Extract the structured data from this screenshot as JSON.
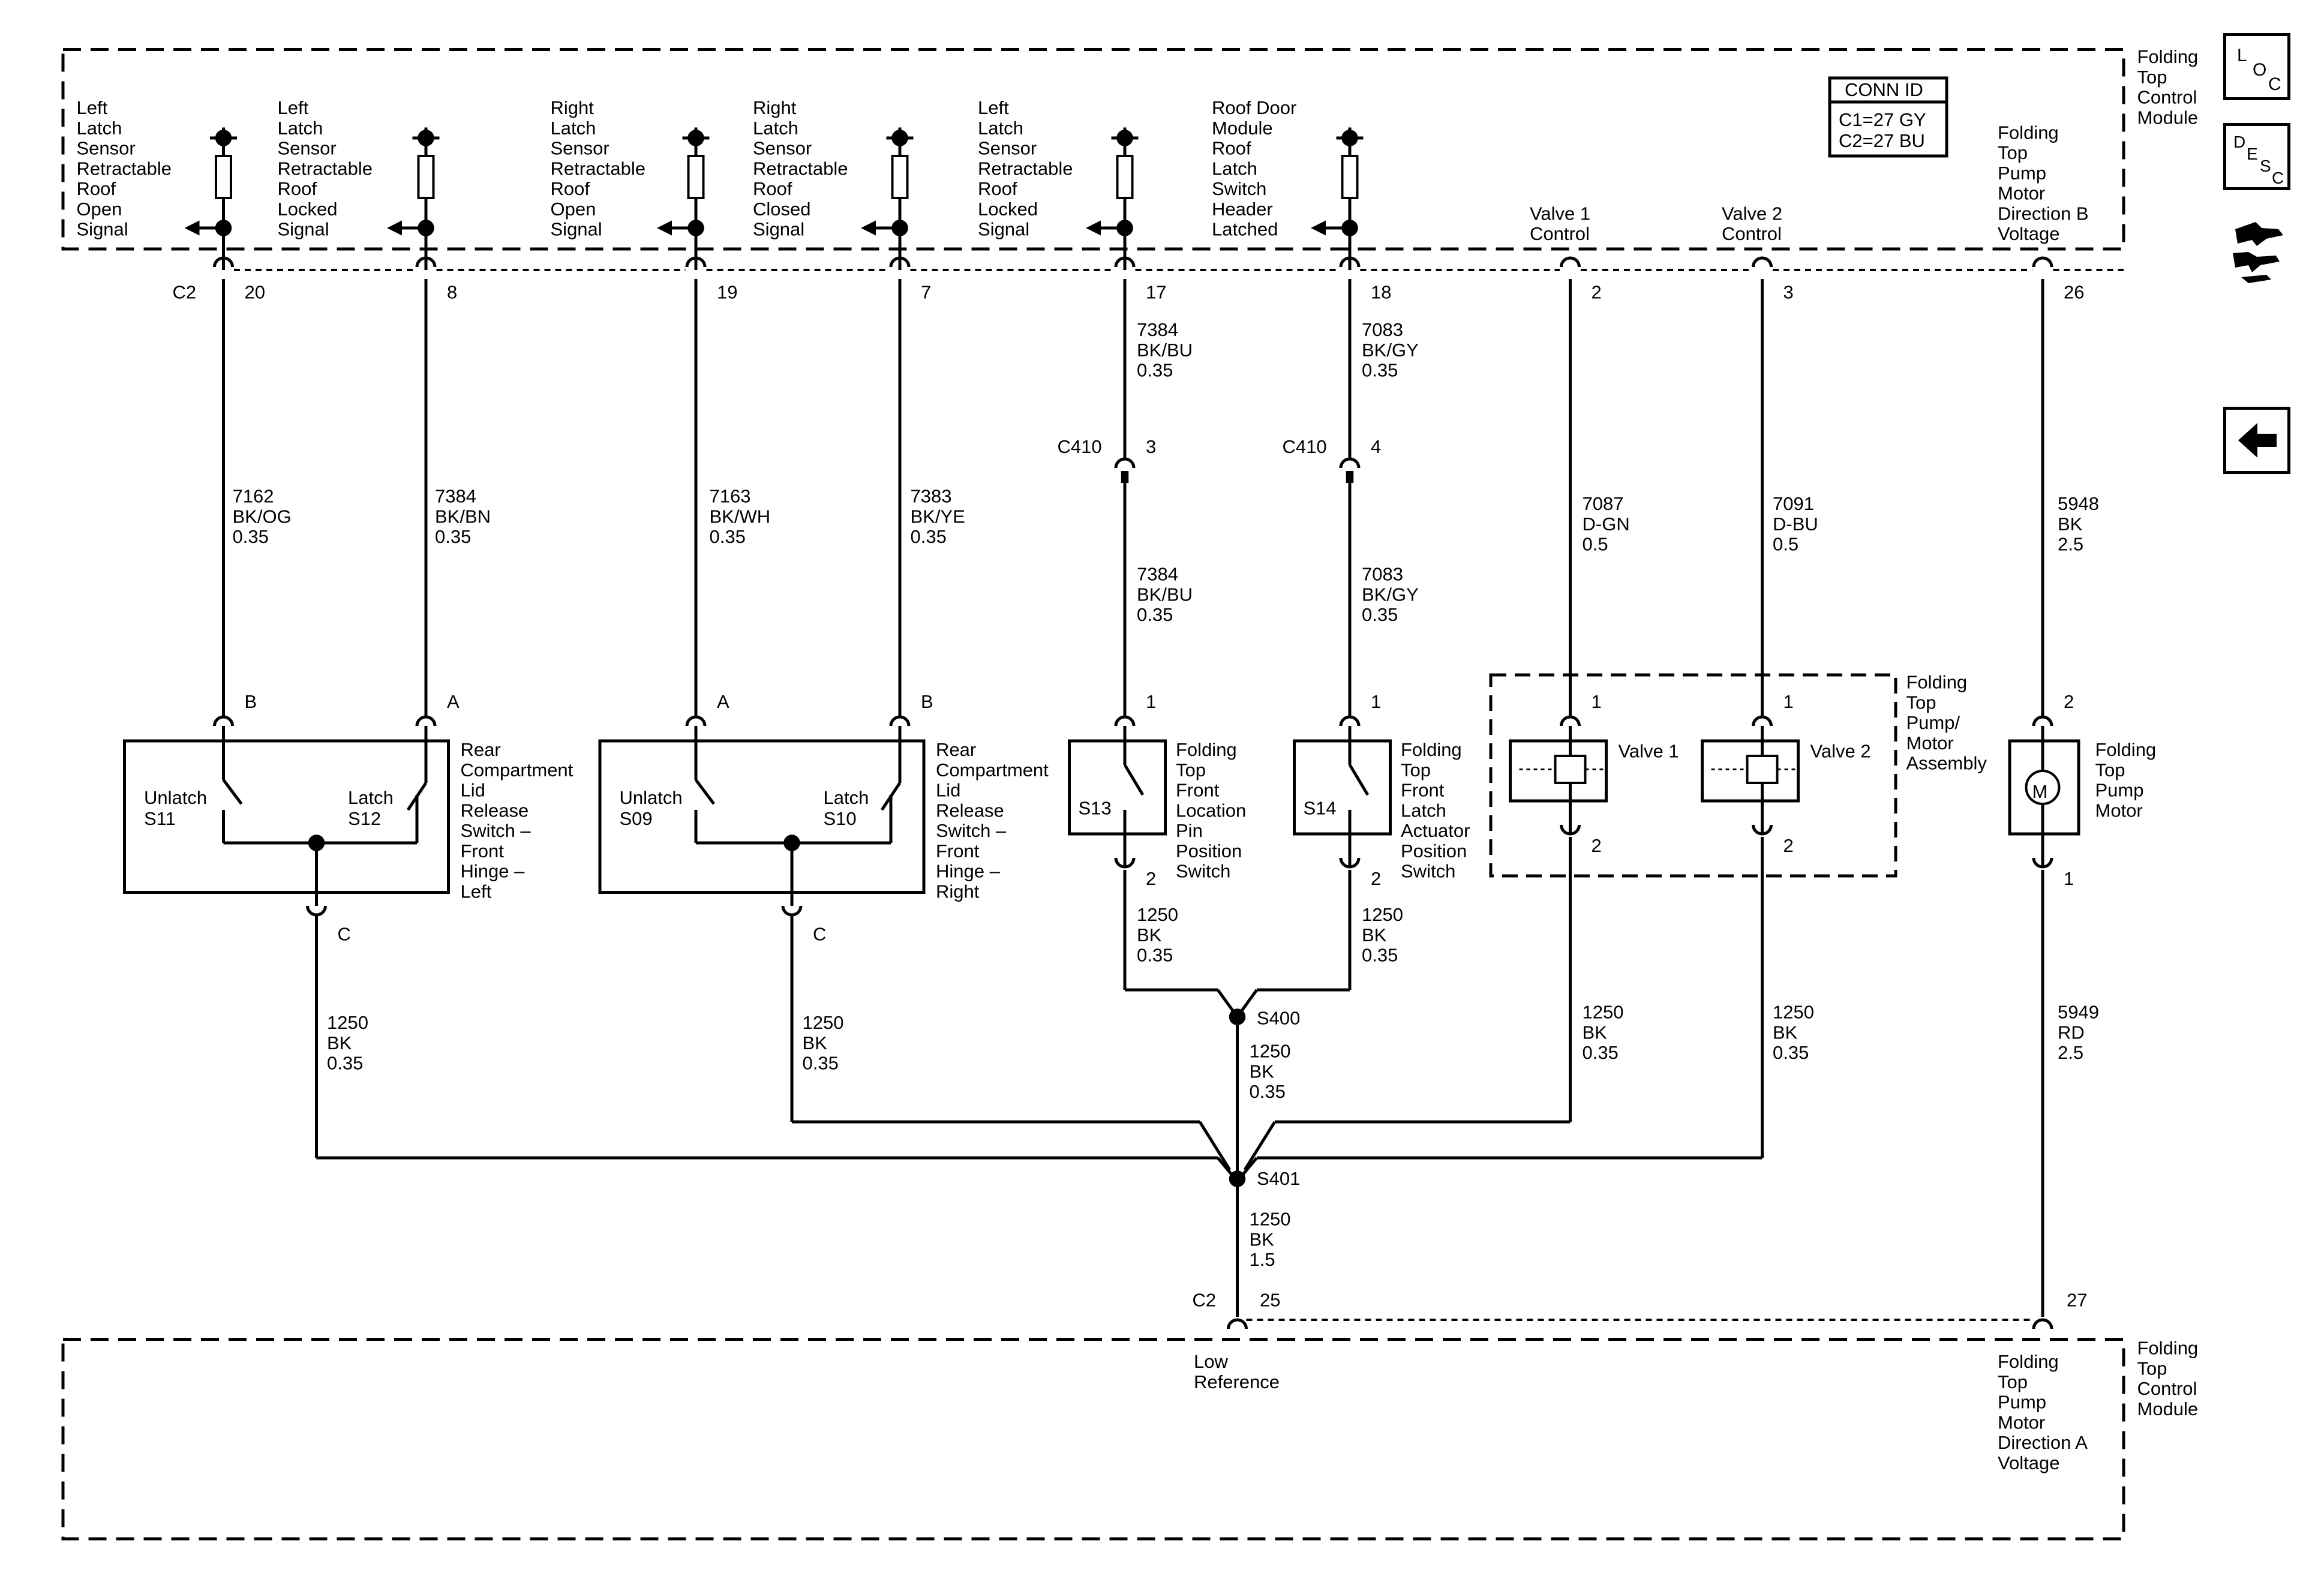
{
  "modules": {
    "top_title": [
      "Folding",
      "Top",
      "Control",
      "Module"
    ],
    "bottom_title": [
      "Folding",
      "Top",
      "Control",
      "Module"
    ]
  },
  "conn_id": {
    "title": "CONN ID",
    "lines": [
      "C1=27 GY",
      "C2=27 BU"
    ]
  },
  "top_signals": [
    {
      "id": "p20",
      "lines": [
        "Left",
        "Latch",
        "Sensor",
        "Retractable",
        "Roof",
        "Open",
        "Signal"
      ],
      "pin": "20"
    },
    {
      "id": "p8",
      "lines": [
        "Left",
        "Latch",
        "Sensor",
        "Retractable",
        "Roof",
        "Locked",
        "Signal"
      ],
      "pin": "8"
    },
    {
      "id": "p19",
      "lines": [
        "Right",
        "Latch",
        "Sensor",
        "Retractable",
        "Roof",
        "Open",
        "Signal"
      ],
      "pin": "19"
    },
    {
      "id": "p7",
      "lines": [
        "Right",
        "Latch",
        "Sensor",
        "Retractable",
        "Roof",
        "Closed",
        "Signal"
      ],
      "pin": "7"
    },
    {
      "id": "p17",
      "lines": [
        "Left",
        "Latch",
        "Sensor",
        "Retractable",
        "Roof",
        "Locked",
        "Signal"
      ],
      "pin": "17"
    },
    {
      "id": "p18",
      "lines": [
        "Roof Door",
        "Module",
        "Roof",
        "Latch",
        "Switch",
        "Header",
        "Latched"
      ],
      "pin": "18"
    },
    {
      "id": "p2",
      "lines": [
        "Valve 1",
        "Control"
      ],
      "pin": "2"
    },
    {
      "id": "p3",
      "lines": [
        "Valve 2",
        "Control"
      ],
      "pin": "3"
    },
    {
      "id": "p26",
      "lines": [
        "Folding",
        "Top",
        "Pump",
        "Motor",
        "Direction B",
        "Voltage"
      ],
      "pin": "26"
    }
  ],
  "c2_label": "C2",
  "c410_label": "C410",
  "wires": [
    {
      "id": "w20",
      "lines": [
        "7162",
        "BK/OG",
        "0.35"
      ]
    },
    {
      "id": "w8",
      "lines": [
        "7384",
        "BK/BN",
        "0.35"
      ]
    },
    {
      "id": "w19",
      "lines": [
        "7163",
        "BK/WH",
        "0.35"
      ]
    },
    {
      "id": "w7",
      "lines": [
        "7383",
        "BK/YE",
        "0.35"
      ]
    },
    {
      "id": "w17a",
      "lines": [
        "7384",
        "BK/BU",
        "0.35"
      ]
    },
    {
      "id": "w18a",
      "lines": [
        "7083",
        "BK/GY",
        "0.35"
      ]
    },
    {
      "id": "w17b",
      "lines": [
        "7384",
        "BK/BU",
        "0.35"
      ]
    },
    {
      "id": "w18b",
      "lines": [
        "7083",
        "BK/GY",
        "0.35"
      ]
    },
    {
      "id": "w2",
      "lines": [
        "7087",
        "D-GN",
        "0.5"
      ]
    },
    {
      "id": "w3",
      "lines": [
        "7091",
        "D-BU",
        "0.5"
      ]
    },
    {
      "id": "w26",
      "lines": [
        "5948",
        "BK",
        "2.5"
      ]
    },
    {
      "id": "wg1",
      "lines": [
        "1250",
        "BK",
        "0.35"
      ]
    },
    {
      "id": "wg2",
      "lines": [
        "1250",
        "BK",
        "0.35"
      ]
    },
    {
      "id": "wg3",
      "lines": [
        "1250",
        "BK",
        "0.35"
      ]
    },
    {
      "id": "wg4",
      "lines": [
        "1250",
        "BK",
        "0.35"
      ]
    },
    {
      "id": "wg5",
      "lines": [
        "1250",
        "BK",
        "0.35"
      ]
    },
    {
      "id": "wg6",
      "lines": [
        "1250",
        "BK",
        "0.35"
      ]
    },
    {
      "id": "wg7",
      "lines": [
        "1250",
        "BK",
        "0.35"
      ]
    },
    {
      "id": "wg8",
      "lines": [
        "1250",
        "BK",
        "1.5"
      ]
    },
    {
      "id": "w27",
      "lines": [
        "5949",
        "RD",
        "2.5"
      ]
    }
  ],
  "c410_pins": [
    "3",
    "4"
  ],
  "switch_left": {
    "pins": {
      "b": "B",
      "a": "A",
      "c": "C"
    },
    "unlatch": [
      "Unlatch",
      "S11"
    ],
    "latch": [
      "Latch",
      "S12"
    ],
    "name": [
      "Rear",
      "Compartment",
      "Lid",
      "Release",
      "Switch –",
      "Front",
      "Hinge –",
      "Left"
    ]
  },
  "switch_right": {
    "pins": {
      "a": "A",
      "b": "B",
      "c": "C"
    },
    "unlatch": [
      "Unlatch",
      "S09"
    ],
    "latch": [
      "Latch",
      "S10"
    ],
    "name": [
      "Rear",
      "Compartment",
      "Lid",
      "Release",
      "Switch –",
      "Front",
      "Hinge –",
      "Right"
    ]
  },
  "s13": {
    "label": "S13",
    "pin_top": "1",
    "pin_bot": "2",
    "name": [
      "Folding",
      "Top",
      "Front",
      "Location",
      "Pin",
      "Position",
      "Switch"
    ]
  },
  "s14": {
    "label": "S14",
    "pin_top": "1",
    "pin_bot": "2",
    "name": [
      "Folding",
      "Top",
      "Front",
      "Latch",
      "Actuator",
      "Position",
      "Switch"
    ]
  },
  "pump_assembly": {
    "name": [
      "Folding",
      "Top",
      "Pump/",
      "Motor",
      "Assembly"
    ],
    "valve1": {
      "label": "Valve 1",
      "pin_top": "1",
      "pin_bot": "2"
    },
    "valve2": {
      "label": "Valve 2",
      "pin_top": "1",
      "pin_bot": "2"
    }
  },
  "pump_motor": {
    "symbol": "M",
    "pin_top": "2",
    "pin_bot": "1",
    "name": [
      "Folding",
      "Top",
      "Pump",
      "Motor"
    ]
  },
  "splices": {
    "s400": "S400",
    "s401": "S401"
  },
  "bottom_pins": {
    "p25": {
      "pin": "25",
      "lines": [
        "Low",
        "Reference"
      ]
    },
    "p27": {
      "pin": "27",
      "lines": [
        "Folding",
        "Top",
        "Pump",
        "Motor",
        "Direction A",
        "Voltage"
      ]
    }
  },
  "side_buttons": [
    {
      "id": "loc",
      "icon": "loc-icon",
      "letters": [
        "L",
        "O",
        "C"
      ]
    },
    {
      "id": "desc",
      "icon": "desc-icon",
      "letters": [
        "D",
        "E",
        "S",
        "C"
      ]
    },
    {
      "id": "connector",
      "icon": "connector-view-icon"
    },
    {
      "id": "back",
      "icon": "back-arrow-icon"
    }
  ],
  "colors": {
    "line": "#000000",
    "background": "#ffffff"
  }
}
